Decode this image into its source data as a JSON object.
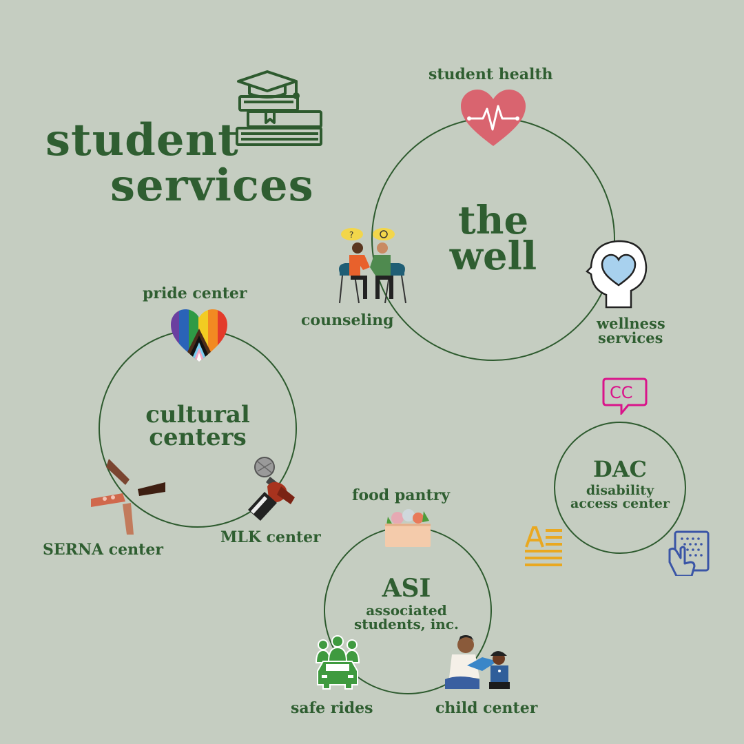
{
  "title": {
    "line1": "student",
    "line2": "services"
  },
  "the_well": {
    "label_line1": "the",
    "label_line2": "well",
    "services": {
      "student_health": "student health",
      "counseling": "counseling",
      "wellness_line1": "wellness",
      "wellness_line2": "services"
    }
  },
  "cultural_centers": {
    "label_line1": "cultural",
    "label_line2": "centers",
    "services": {
      "pride": "pride center",
      "serna": "SERNA center",
      "mlk": "MLK center"
    }
  },
  "dac": {
    "label": "DAC",
    "sub_line1": "disability",
    "sub_line2": "access center",
    "cc_text": "CC"
  },
  "asi": {
    "label": "ASI",
    "sub_line1": "associated",
    "sub_line2": "students, inc.",
    "services": {
      "food_pantry": "food pantry",
      "safe_rides": "safe rides",
      "child_center": "child center"
    }
  },
  "colors": {
    "background": "#c5cdc1",
    "green": "#2d5a2e",
    "heart_red": "#d9646f",
    "cc_pink": "#d9148a",
    "text_yellow": "#e9a820",
    "braille_blue": "#3a55a6"
  },
  "icons": [
    "graduation-books-icon",
    "heart-pulse-icon",
    "counseling-people-icon",
    "mind-heart-icon",
    "pride-heart-icon",
    "hands-icon",
    "microphone-icon",
    "closed-caption-icon",
    "text-align-icon",
    "braille-touch-icon",
    "grocery-box-icon",
    "car-people-icon",
    "reading-child-icon"
  ]
}
